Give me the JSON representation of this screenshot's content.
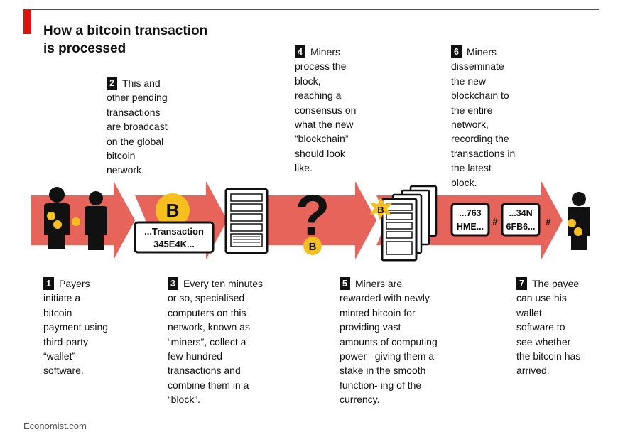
{
  "title": "How a bitcoin transaction\nis processed",
  "steps": [
    {
      "num": "1",
      "text": "Payers\ninitiate a\nbitcoin\npayment using\nthird-party\n“wallet”\nsoftware."
    },
    {
      "num": "2",
      "text": "This and\nother pending\ntransactions\nare broadcast\non the global\nbitcoin\nnetwork."
    },
    {
      "num": "3",
      "text": "Every ten minutes\nor so, specialised\ncomputers on this\nnetwork, known as\n“miners”, collect a\nfew hundred\ntransactions and\ncombine them in a\n“block”."
    },
    {
      "num": "4",
      "text": "Miners\nprocess the\nblock,\nreaching a\nconsensus on\nwhat the new\n“blockchain”\nshould look\nlike."
    },
    {
      "num": "5",
      "text": "Miners are\nrewarded with newly\nminted bitcoin for\nproviding vast\namounts of computing\npower– giving them a\nstake in the smooth\nfunction- ing of the\ncurrency."
    },
    {
      "num": "6",
      "text": "Miners\ndisseminate\nthe new\nblockchain to\nthe entire\nnetwork,\nrecording the\ntransactions in\nthe latest\nblock."
    },
    {
      "num": "7",
      "text": "The payee\ncan use his\nwallet\nsoftware to\nsee whether\nthe bitcoin has\narrived."
    }
  ],
  "graphics": {
    "transaction_line1": "...Transaction",
    "transaction_line2": "345E4K...",
    "question_mark": "?",
    "bitcoin_symbol": "B",
    "hash_symbol": "#",
    "block1_line1": "...763",
    "block1_line2": "HME...",
    "block2_line1": "...34N",
    "block2_line2": "6FB6..."
  },
  "colors": {
    "accent_red": "#e3120b",
    "arrow_red": "#e6645a",
    "bitcoin_yellow": "#f5bf1d",
    "ink": "#111111"
  },
  "source": "Economist.com"
}
